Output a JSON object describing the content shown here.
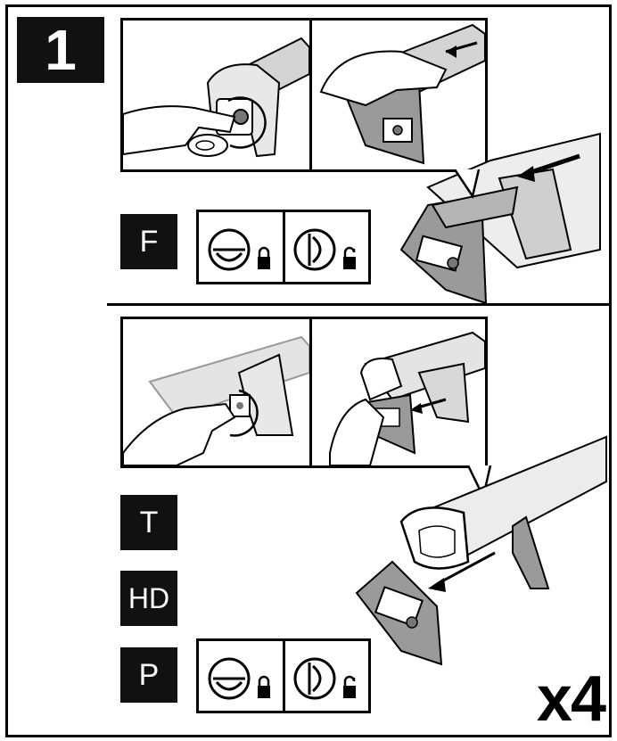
{
  "step_number": "1",
  "tags": {
    "f": "F",
    "t": "T",
    "hd": "HD",
    "p": "P"
  },
  "multiplier": "x4",
  "icons": {
    "lock_closed": "padlock-closed-icon",
    "lock_open": "padlock-open-icon",
    "key_horizontal": "key-slot-horizontal-icon",
    "key_vertical": "key-slot-vertical-icon"
  },
  "colors": {
    "ink": "#000000",
    "cover_gray": "#9a9a9a",
    "bar_gray": "#d4d4d4"
  }
}
